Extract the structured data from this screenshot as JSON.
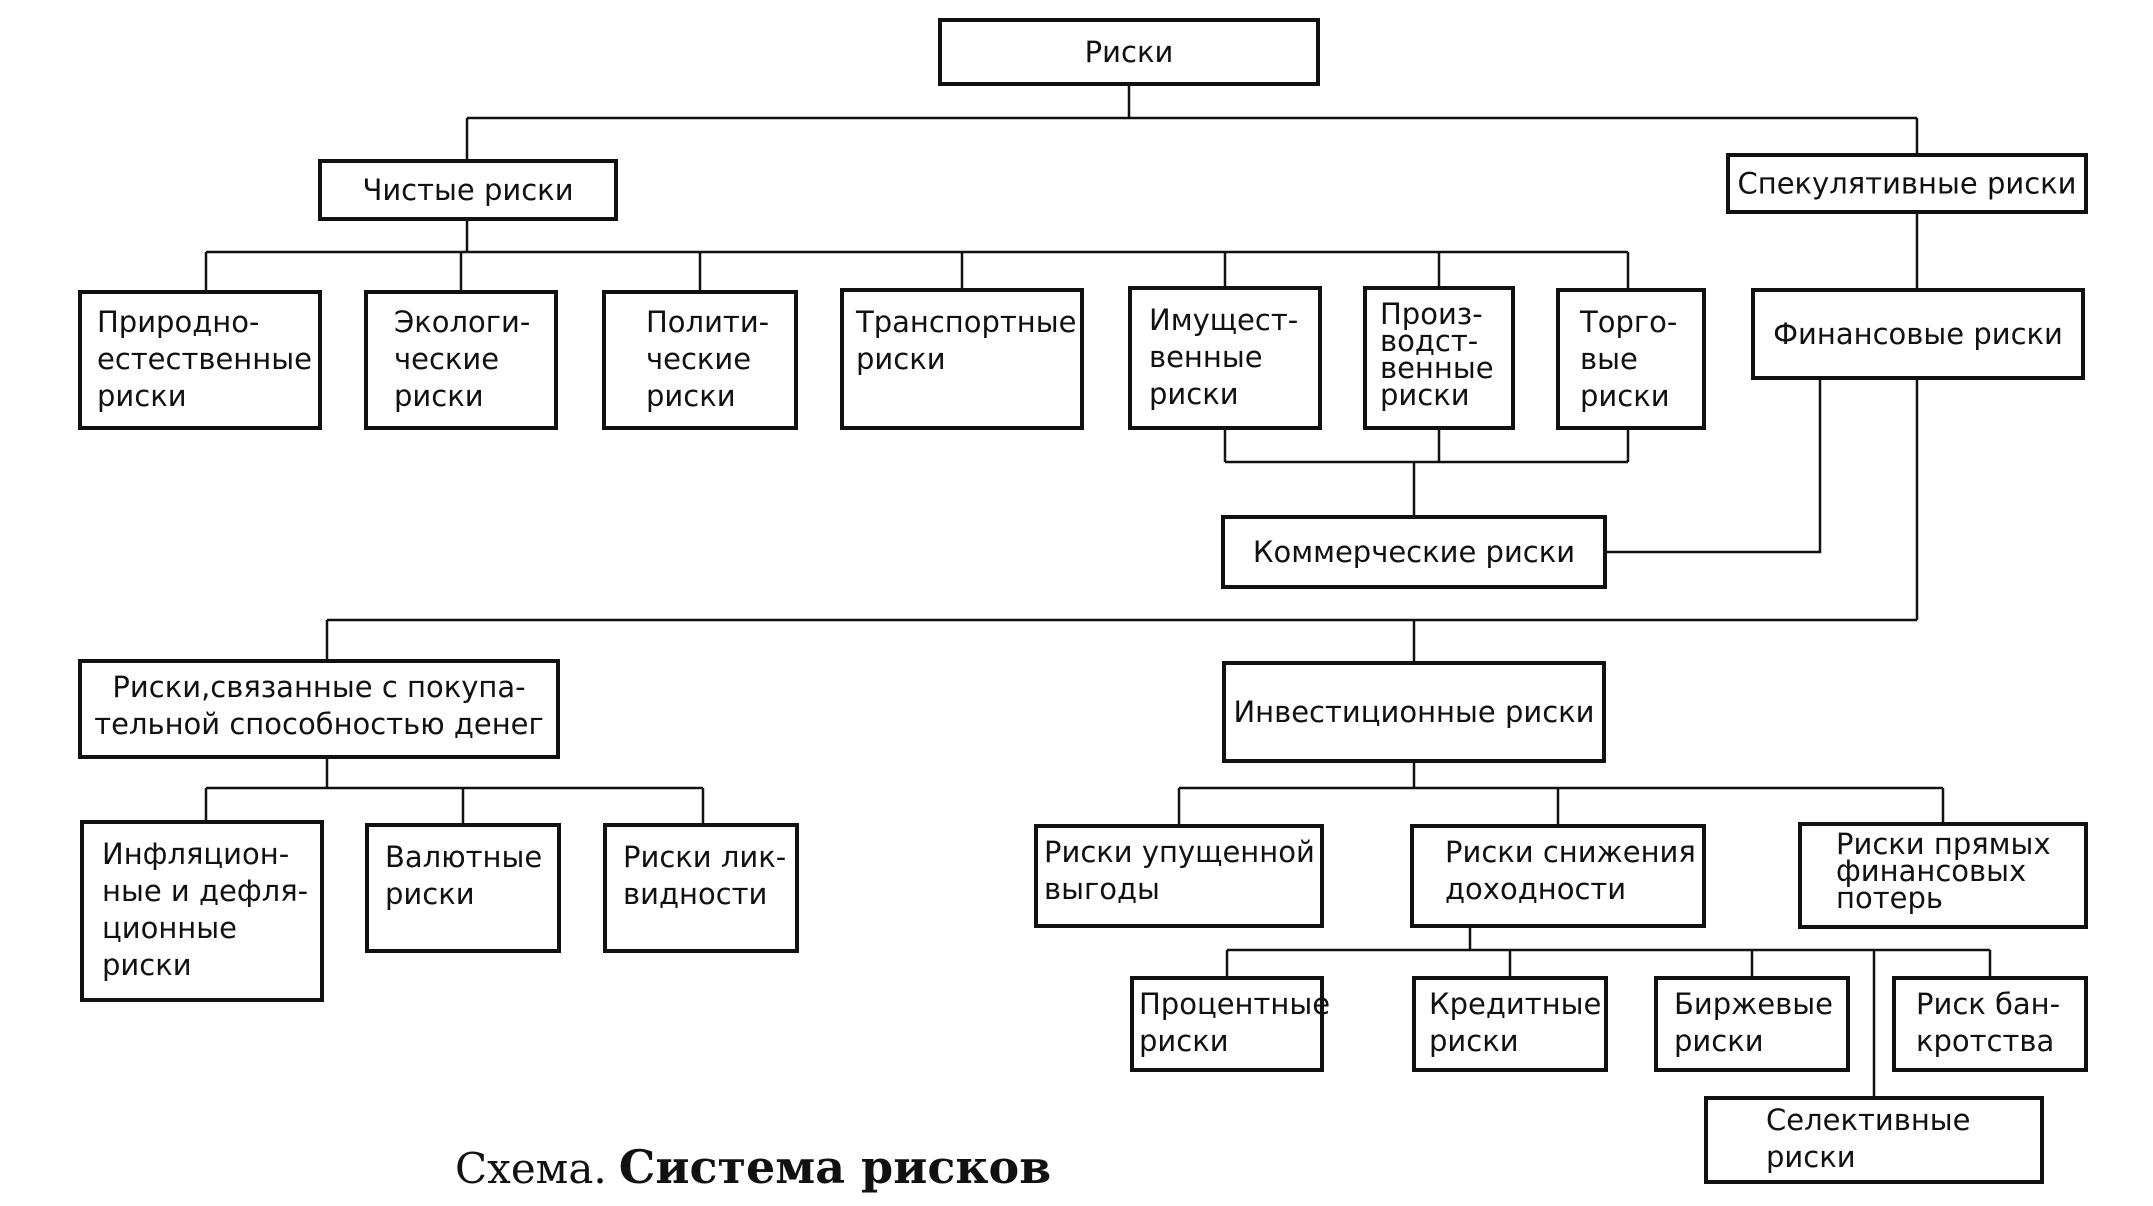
{
  "diagram": {
    "nodes": {
      "root": [
        "Риски"
      ],
      "pure": [
        "Чистые риски"
      ],
      "speculative": [
        "Спекулятивные риски"
      ],
      "natural": [
        "Природно-",
        "естественные",
        "риски"
      ],
      "ecological": [
        "Экологи-",
        "ческие",
        "риски"
      ],
      "political": [
        "Полити-",
        "ческие",
        "риски"
      ],
      "transport": [
        "Транспортные",
        "риски"
      ],
      "property": [
        "Имущест-",
        "венные",
        "риски"
      ],
      "production": [
        "Произ-",
        "водст-",
        "венные",
        "риски"
      ],
      "trade": [
        "Торго-",
        "вые",
        "риски"
      ],
      "financial": [
        "Финансовые риски"
      ],
      "commercial": [
        "Коммерческие риски"
      ],
      "purchasing": [
        "Риски,связанные с покупа-",
        "тельной способностью денег"
      ],
      "investment": [
        "Инвестиционные риски"
      ],
      "inflation": [
        "Инфляцион-",
        "ные и дефля-",
        "ционные",
        "риски"
      ],
      "currency": [
        "Валютные",
        "риски"
      ],
      "liquidity": [
        "Риски лик-",
        "видности"
      ],
      "lost_profit": [
        "Риски упущенной",
        "выгоды"
      ],
      "yield_decrease": [
        "Риски снижения",
        "доходности"
      ],
      "direct_loss": [
        "Риски прямых",
        "финансовых",
        "потерь"
      ],
      "interest": [
        "Процентные",
        "риски"
      ],
      "credit": [
        "Кредитные",
        "риски"
      ],
      "exchange": [
        "Биржевые",
        "риски"
      ],
      "bankruptcy": [
        "Риск бан-",
        "кротства"
      ],
      "selective": [
        "Селективные",
        "риски"
      ]
    }
  },
  "caption": {
    "lead": "Схема.",
    "main": "Система  рисков"
  }
}
